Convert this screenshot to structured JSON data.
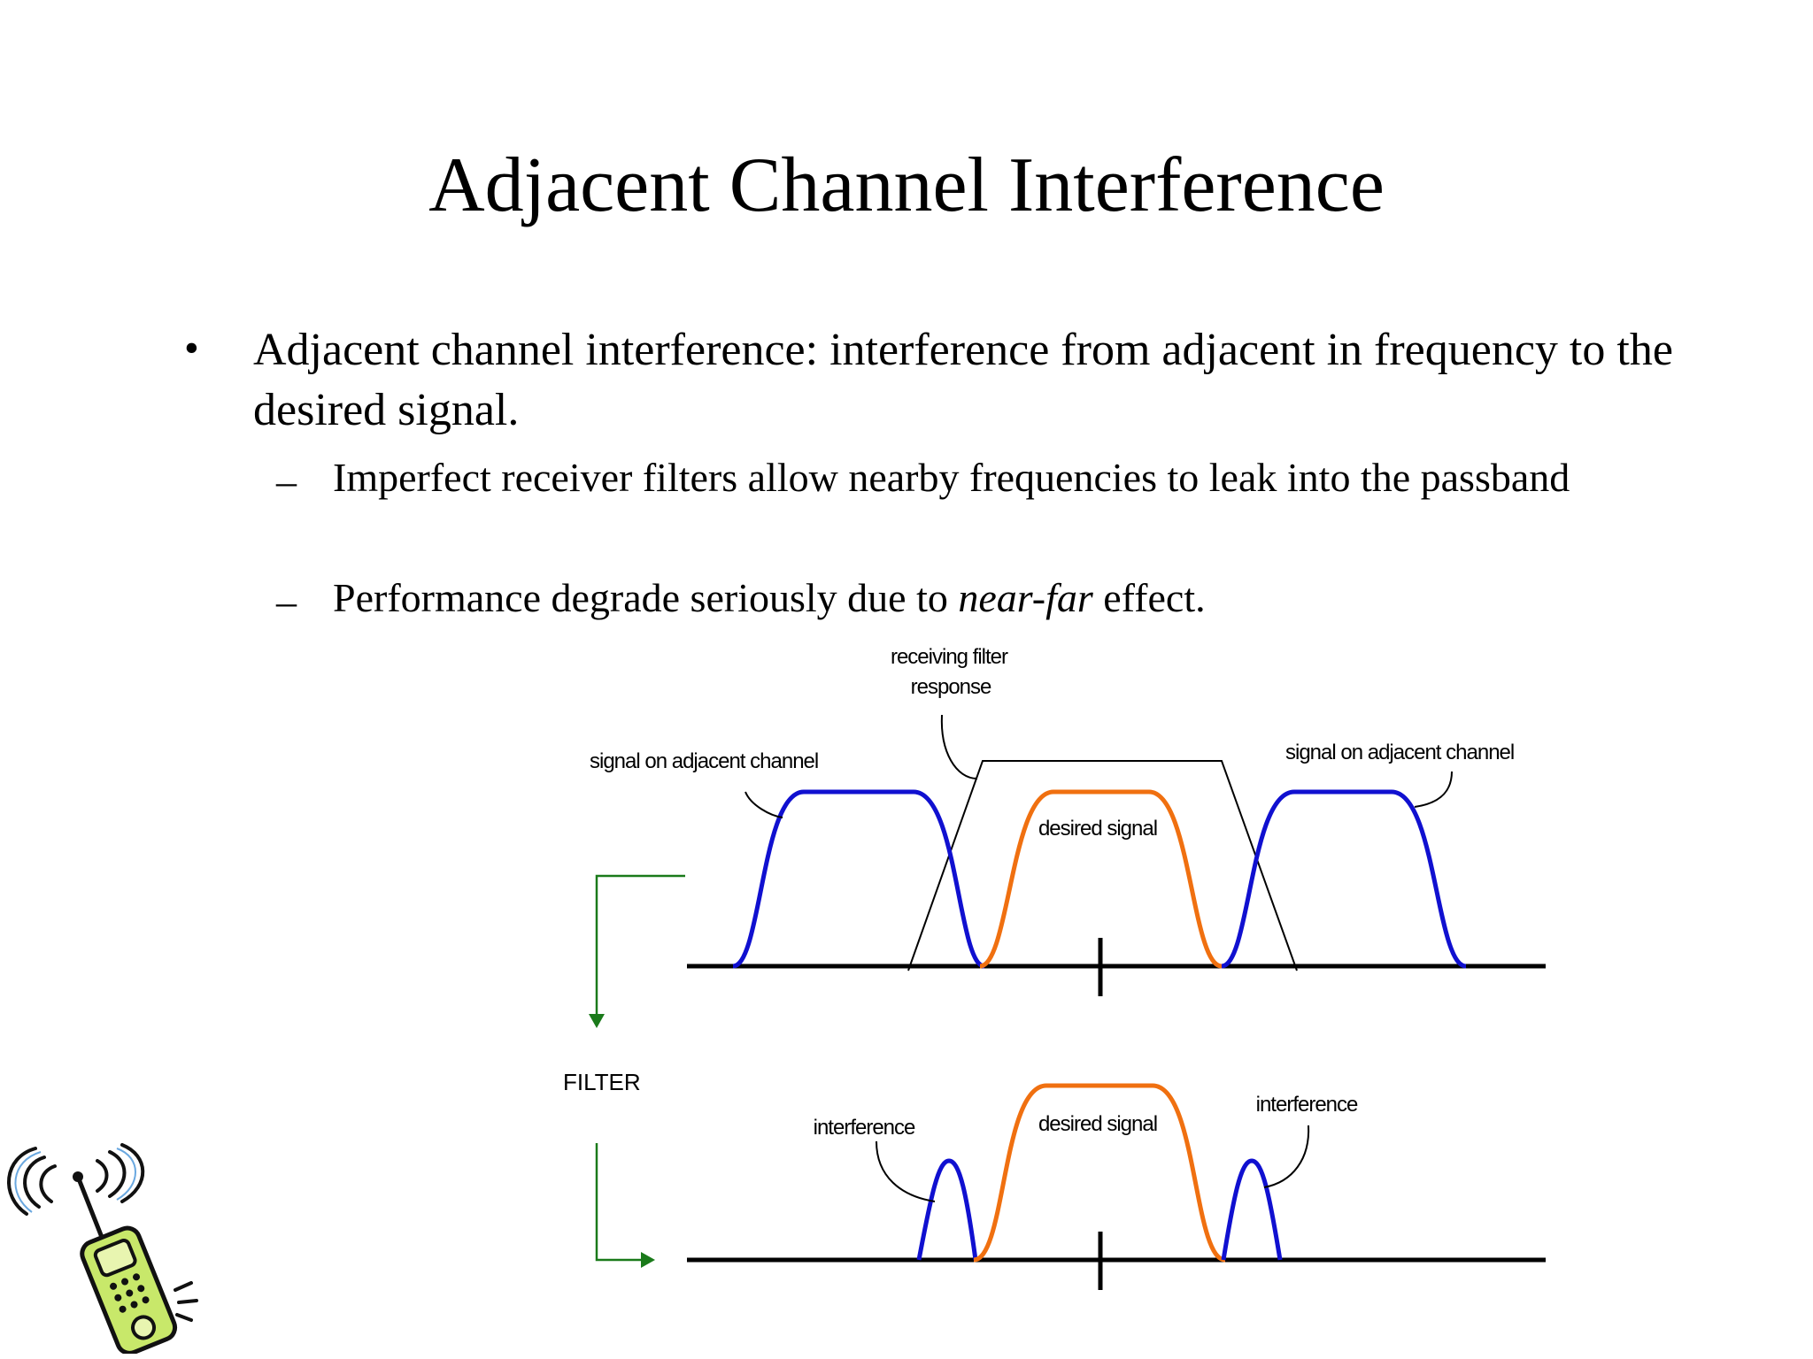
{
  "slide": {
    "title": "Adjacent Channel Interference",
    "bullet": {
      "marker": "•",
      "text": "Adjacent channel interference: interference from adjacent in frequency to the desired signal."
    },
    "sub_bullets": [
      {
        "marker": "–",
        "text": "Imperfect receiver filters allow nearby frequencies to leak into the passband"
      },
      {
        "marker": "–",
        "text_before": "Performance degrade seriously due to ",
        "text_emphasis": "near-far",
        "text_after": " effect."
      }
    ]
  },
  "diagram": {
    "labels": {
      "filter_response_line1": "receiving filter",
      "filter_response_line2": "response",
      "adjacent_left": "signal on adjacent channel",
      "adjacent_right": "signal on adjacent channel",
      "desired_top": "desired signal",
      "filter": "FILTER",
      "interference_left": "interference",
      "desired_bottom": "desired signal",
      "interference_right": "interference"
    },
    "colors": {
      "adjacent_signal": "#1010d0",
      "desired_signal": "#f07010",
      "filter_arrow": "#1a7a1a",
      "axis": "#000000"
    }
  },
  "icons": {
    "corner": "cell-phone-icon"
  }
}
